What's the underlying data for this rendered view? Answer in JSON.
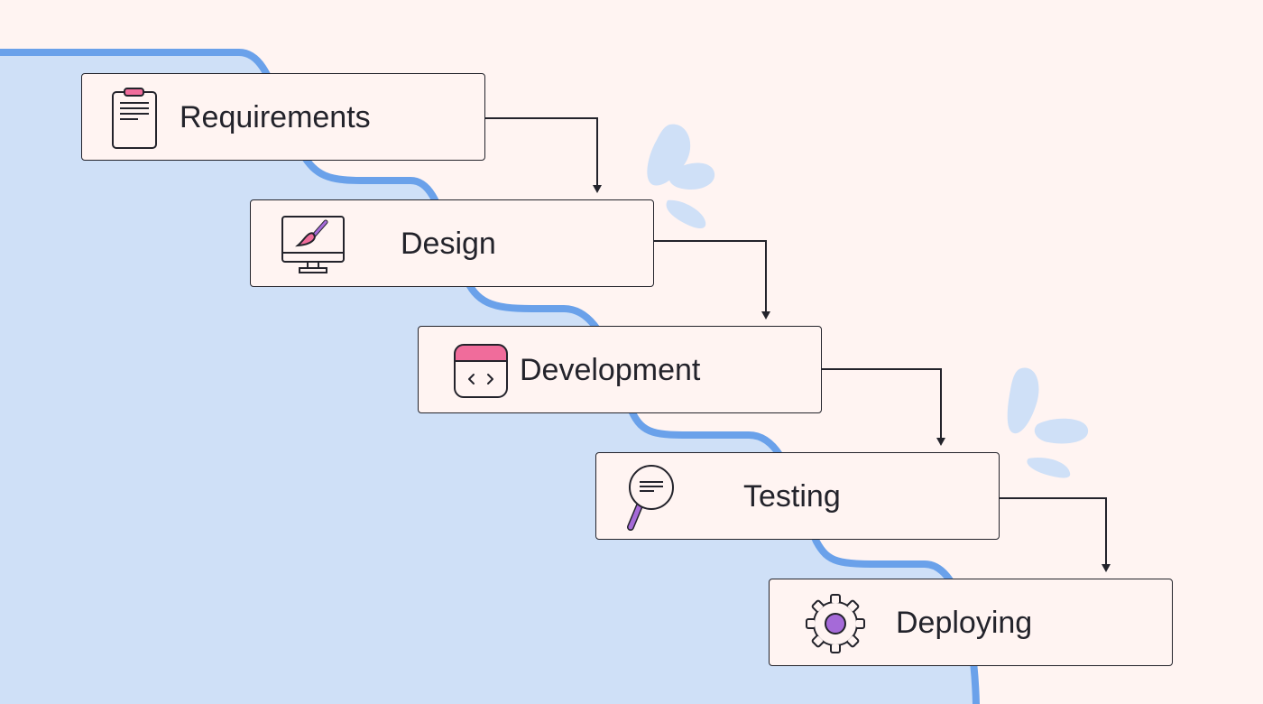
{
  "steps": [
    {
      "label": "Requirements",
      "icon": "clipboard-icon"
    },
    {
      "label": "Design",
      "icon": "monitor-paintbrush-icon"
    },
    {
      "label": "Development",
      "icon": "code-window-icon"
    },
    {
      "label": "Testing",
      "icon": "magnifier-icon"
    },
    {
      "label": "Deploying",
      "icon": "gear-icon"
    }
  ],
  "colors": {
    "background": "#fff4f2",
    "stair_fill": "#cfe0f7",
    "stair_outline": "#6aa1ea",
    "outline": "#23232b",
    "accent_pink": "#f06c9b",
    "accent_purple": "#a56ad8",
    "splash": "#cfe0f7"
  }
}
